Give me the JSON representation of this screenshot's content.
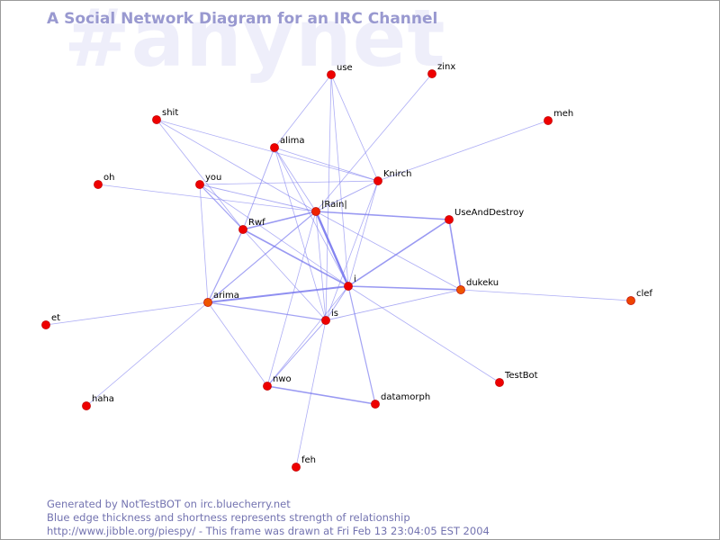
{
  "watermark": "#anynet",
  "title": "A Social Network Diagram for an IRC Channel",
  "colors": {
    "edge": "#7777ee",
    "node": "#ee0000",
    "node_alt": "#ee5500",
    "title": "#9999d0",
    "footer": "#7373b0",
    "watermark": "#eeeefa"
  },
  "nodes": [
    {
      "id": "use",
      "label": "use",
      "color": "#ee0000"
    },
    {
      "id": "zinx",
      "label": "zinx",
      "color": "#ee0000"
    },
    {
      "id": "shit",
      "label": "shit",
      "color": "#ee0000"
    },
    {
      "id": "meh",
      "label": "meh",
      "color": "#ee0000"
    },
    {
      "id": "alima",
      "label": "alima",
      "color": "#ee0000"
    },
    {
      "id": "oh",
      "label": "oh",
      "color": "#ee0000"
    },
    {
      "id": "you",
      "label": "you",
      "color": "#ee0000"
    },
    {
      "id": "Knirch",
      "label": "Knirch",
      "color": "#ee0000"
    },
    {
      "id": "Rain",
      "label": "|Rain|",
      "color": "#ee2200"
    },
    {
      "id": "UseAndDestroy",
      "label": "UseAndDestroy",
      "color": "#ee0000"
    },
    {
      "id": "Rwf",
      "label": "Rwf",
      "color": "#ee0000"
    },
    {
      "id": "i",
      "label": "i",
      "color": "#ee0000"
    },
    {
      "id": "dukeku",
      "label": "dukeku",
      "color": "#ee5500"
    },
    {
      "id": "clef",
      "label": "clef",
      "color": "#ee4400"
    },
    {
      "id": "arima",
      "label": "arima",
      "color": "#ee5500"
    },
    {
      "id": "et",
      "label": "et",
      "color": "#ee0000"
    },
    {
      "id": "is",
      "label": "is",
      "color": "#ee0000"
    },
    {
      "id": "TestBot",
      "label": "TestBot",
      "color": "#ee0000"
    },
    {
      "id": "nwo",
      "label": "nwo",
      "color": "#ee0000"
    },
    {
      "id": "datamorph",
      "label": "datamorph",
      "color": "#ee0000"
    },
    {
      "id": "haha",
      "label": "haha",
      "color": "#ee0000"
    },
    {
      "id": "feh",
      "label": "feh",
      "color": "#ee0000"
    }
  ],
  "edges": [
    {
      "source": "Rain",
      "target": "i",
      "weight": 3
    },
    {
      "source": "Rain",
      "target": "UseAndDestroy",
      "weight": 2
    },
    {
      "source": "Rain",
      "target": "Rwf",
      "weight": 2
    },
    {
      "source": "Rain",
      "target": "arima",
      "weight": 1.5
    },
    {
      "source": "Rain",
      "target": "you",
      "weight": 1.2
    },
    {
      "source": "Rain",
      "target": "Knirch",
      "weight": 1.2
    },
    {
      "source": "Rain",
      "target": "alima",
      "weight": 1
    },
    {
      "source": "Rain",
      "target": "oh",
      "weight": 1
    },
    {
      "source": "Rain",
      "target": "is",
      "weight": 1
    },
    {
      "source": "Rain",
      "target": "dukeku",
      "weight": 1
    },
    {
      "source": "Rain",
      "target": "nwo",
      "weight": 1
    },
    {
      "source": "Rain",
      "target": "shit",
      "weight": 1
    },
    {
      "source": "Rain",
      "target": "zinx",
      "weight": 1
    },
    {
      "source": "i",
      "target": "arima",
      "weight": 2.5
    },
    {
      "source": "i",
      "target": "dukeku",
      "weight": 2
    },
    {
      "source": "i",
      "target": "UseAndDestroy",
      "weight": 2
    },
    {
      "source": "i",
      "target": "Rwf",
      "weight": 2
    },
    {
      "source": "i",
      "target": "datamorph",
      "weight": 1.5
    },
    {
      "source": "i",
      "target": "is",
      "weight": 1.2
    },
    {
      "source": "i",
      "target": "TestBot",
      "weight": 1
    },
    {
      "source": "i",
      "target": "Knirch",
      "weight": 1
    },
    {
      "source": "i",
      "target": "use",
      "weight": 1
    },
    {
      "source": "i",
      "target": "alima",
      "weight": 1
    },
    {
      "source": "i",
      "target": "nwo",
      "weight": 1
    },
    {
      "source": "i",
      "target": "you",
      "weight": 1
    },
    {
      "source": "UseAndDestroy",
      "target": "dukeku",
      "weight": 2
    },
    {
      "source": "dukeku",
      "target": "is",
      "weight": 1.2
    },
    {
      "source": "dukeku",
      "target": "clef",
      "weight": 1
    },
    {
      "source": "Rwf",
      "target": "you",
      "weight": 1.5
    },
    {
      "source": "Rwf",
      "target": "alima",
      "weight": 1.2
    },
    {
      "source": "Rwf",
      "target": "arima",
      "weight": 1.5
    },
    {
      "source": "Rwf",
      "target": "shit",
      "weight": 1
    },
    {
      "source": "Rwf",
      "target": "is",
      "weight": 1
    },
    {
      "source": "arima",
      "target": "is",
      "weight": 1.5
    },
    {
      "source": "arima",
      "target": "you",
      "weight": 1
    },
    {
      "source": "arima",
      "target": "et",
      "weight": 1
    },
    {
      "source": "arima",
      "target": "haha",
      "weight": 1
    },
    {
      "source": "arima",
      "target": "nwo",
      "weight": 1
    },
    {
      "source": "alima",
      "target": "Knirch",
      "weight": 1
    },
    {
      "source": "alima",
      "target": "use",
      "weight": 1
    },
    {
      "source": "alima",
      "target": "is",
      "weight": 1
    },
    {
      "source": "Knirch",
      "target": "you",
      "weight": 1
    },
    {
      "source": "Knirch",
      "target": "meh",
      "weight": 1
    },
    {
      "source": "Knirch",
      "target": "use",
      "weight": 1
    },
    {
      "source": "Knirch",
      "target": "is",
      "weight": 1
    },
    {
      "source": "Knirch",
      "target": "shit",
      "weight": 1
    },
    {
      "source": "nwo",
      "target": "datamorph",
      "weight": 2
    },
    {
      "source": "nwo",
      "target": "is",
      "weight": 1.2
    },
    {
      "source": "is",
      "target": "feh",
      "weight": 1
    },
    {
      "source": "is",
      "target": "use",
      "weight": 1
    }
  ],
  "footer": {
    "line1": "Generated by NotTestBOT on irc.bluecherry.net",
    "line2": "Blue edge thickness and shortness represents strength of relationship",
    "line3": "http://www.jibble.org/piespy/ - This frame was drawn at Fri Feb 13 23:04:05 EST 2004"
  }
}
